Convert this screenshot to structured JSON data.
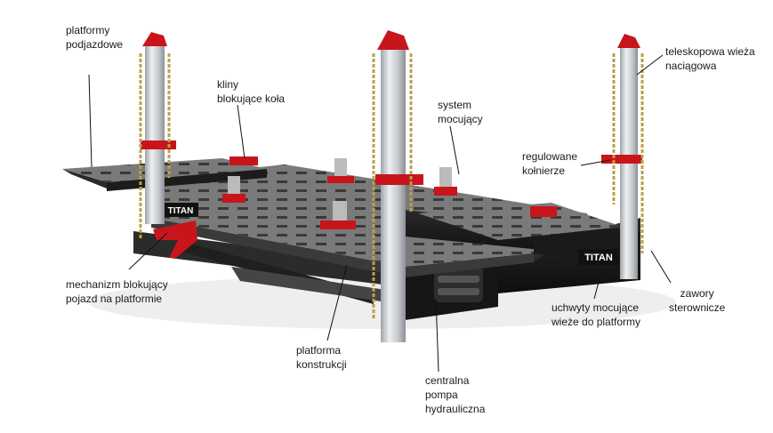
{
  "diagram": {
    "brand": "TITAN",
    "labels": {
      "platformy_podjazdowe": [
        "platformy",
        "podjazdowe"
      ],
      "kliny": [
        "kliny",
        "blokujące koła"
      ],
      "system": [
        "system",
        "mocujący"
      ],
      "teleskopowa": [
        "teleskopowa wieża",
        "naciągowa"
      ],
      "regulowane": [
        "regulowane",
        "kołnierze"
      ],
      "mechanizm": [
        "mechanizm blokujący",
        "pojazd na platformie"
      ],
      "platforma": [
        "platforma",
        "konstrukcji"
      ],
      "pompa": [
        "centralna",
        "pompa",
        "hydrauliczna"
      ],
      "uchwyty": [
        "uchwyty mocujące",
        "wieże do platformy"
      ],
      "zawory": [
        "zawory",
        "sterownicze"
      ]
    },
    "colors": {
      "frame": "#1e1e1e",
      "deck": "#6e6e6e",
      "tower": "#c9ccd0",
      "accent": "#c8151c",
      "chain": "#b8a24a"
    }
  }
}
